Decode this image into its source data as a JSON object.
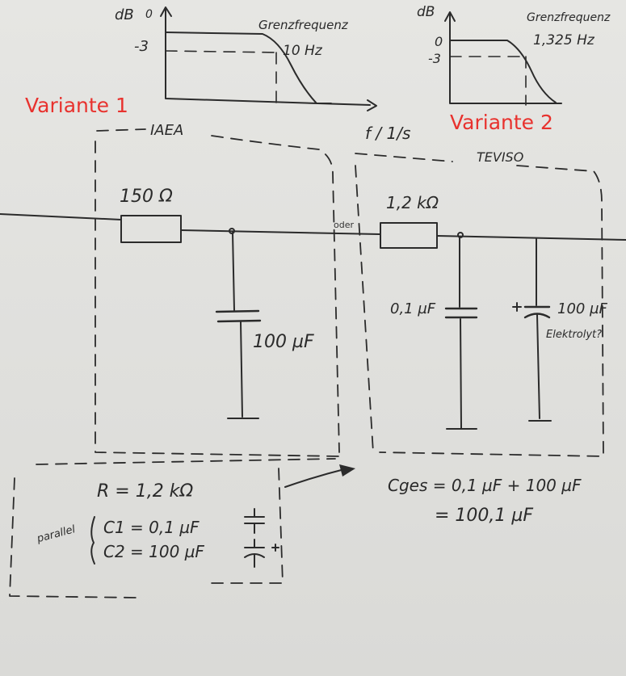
{
  "labels": {
    "variant1": "Variante 1",
    "variant2": "Variante 2",
    "oder": "oder"
  },
  "graph1": {
    "y_unit": "dB",
    "y_zero": "0",
    "y_minus3": "-3",
    "cutoff_title": "Grenzfrequenz",
    "cutoff_value": "10 Hz",
    "x_unit": "f / 1/s"
  },
  "graph2": {
    "y_unit": "dB",
    "y_zero": "0",
    "y_minus3": "-3",
    "cutoff_title": "Grenzfrequenz",
    "cutoff_value": "1,325 Hz"
  },
  "box1": {
    "tag": "IAEA",
    "resistor": "150 Ω",
    "capacitor": "100 µF"
  },
  "box2": {
    "tag": "TEVISO",
    "resistor": "1,2 kΩ",
    "capacitor1": "0,1 µF",
    "capacitor2": "100 µF",
    "capacitor2_note": "Elektrolyt?"
  },
  "notes": {
    "r": "R = 1,2 kΩ",
    "parallel": "parallel",
    "c1": "C1 = 0,1 µF",
    "c2": "C2 = 100 µF",
    "cges_line1": "Cges = 0,1 µF + 100 µF",
    "cges_line2": "= 100,1 µF"
  },
  "colors": {
    "accent_red": "#e8322e",
    "ink": "#2b2b2b"
  }
}
